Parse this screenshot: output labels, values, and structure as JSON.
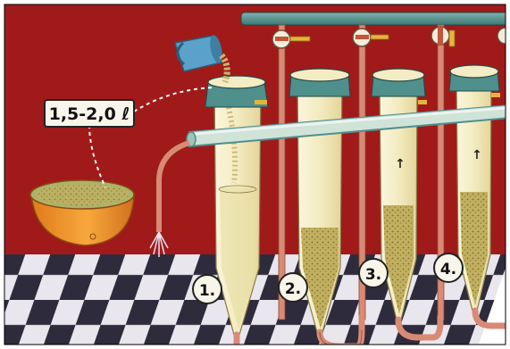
{
  "volume_label": "1,5-2,0 ℓ",
  "steps": [
    {
      "number": "1."
    },
    {
      "number": "2."
    },
    {
      "number": "3."
    },
    {
      "number": "4."
    }
  ],
  "flow_arrow": "↑",
  "colors": {
    "wall": "#a81c1c",
    "pipe": "#4f8f8c",
    "tube": "#f4ecc4",
    "sediment": "#b6a25a",
    "bowl": "#f0962a",
    "hose": "#d98a74"
  }
}
